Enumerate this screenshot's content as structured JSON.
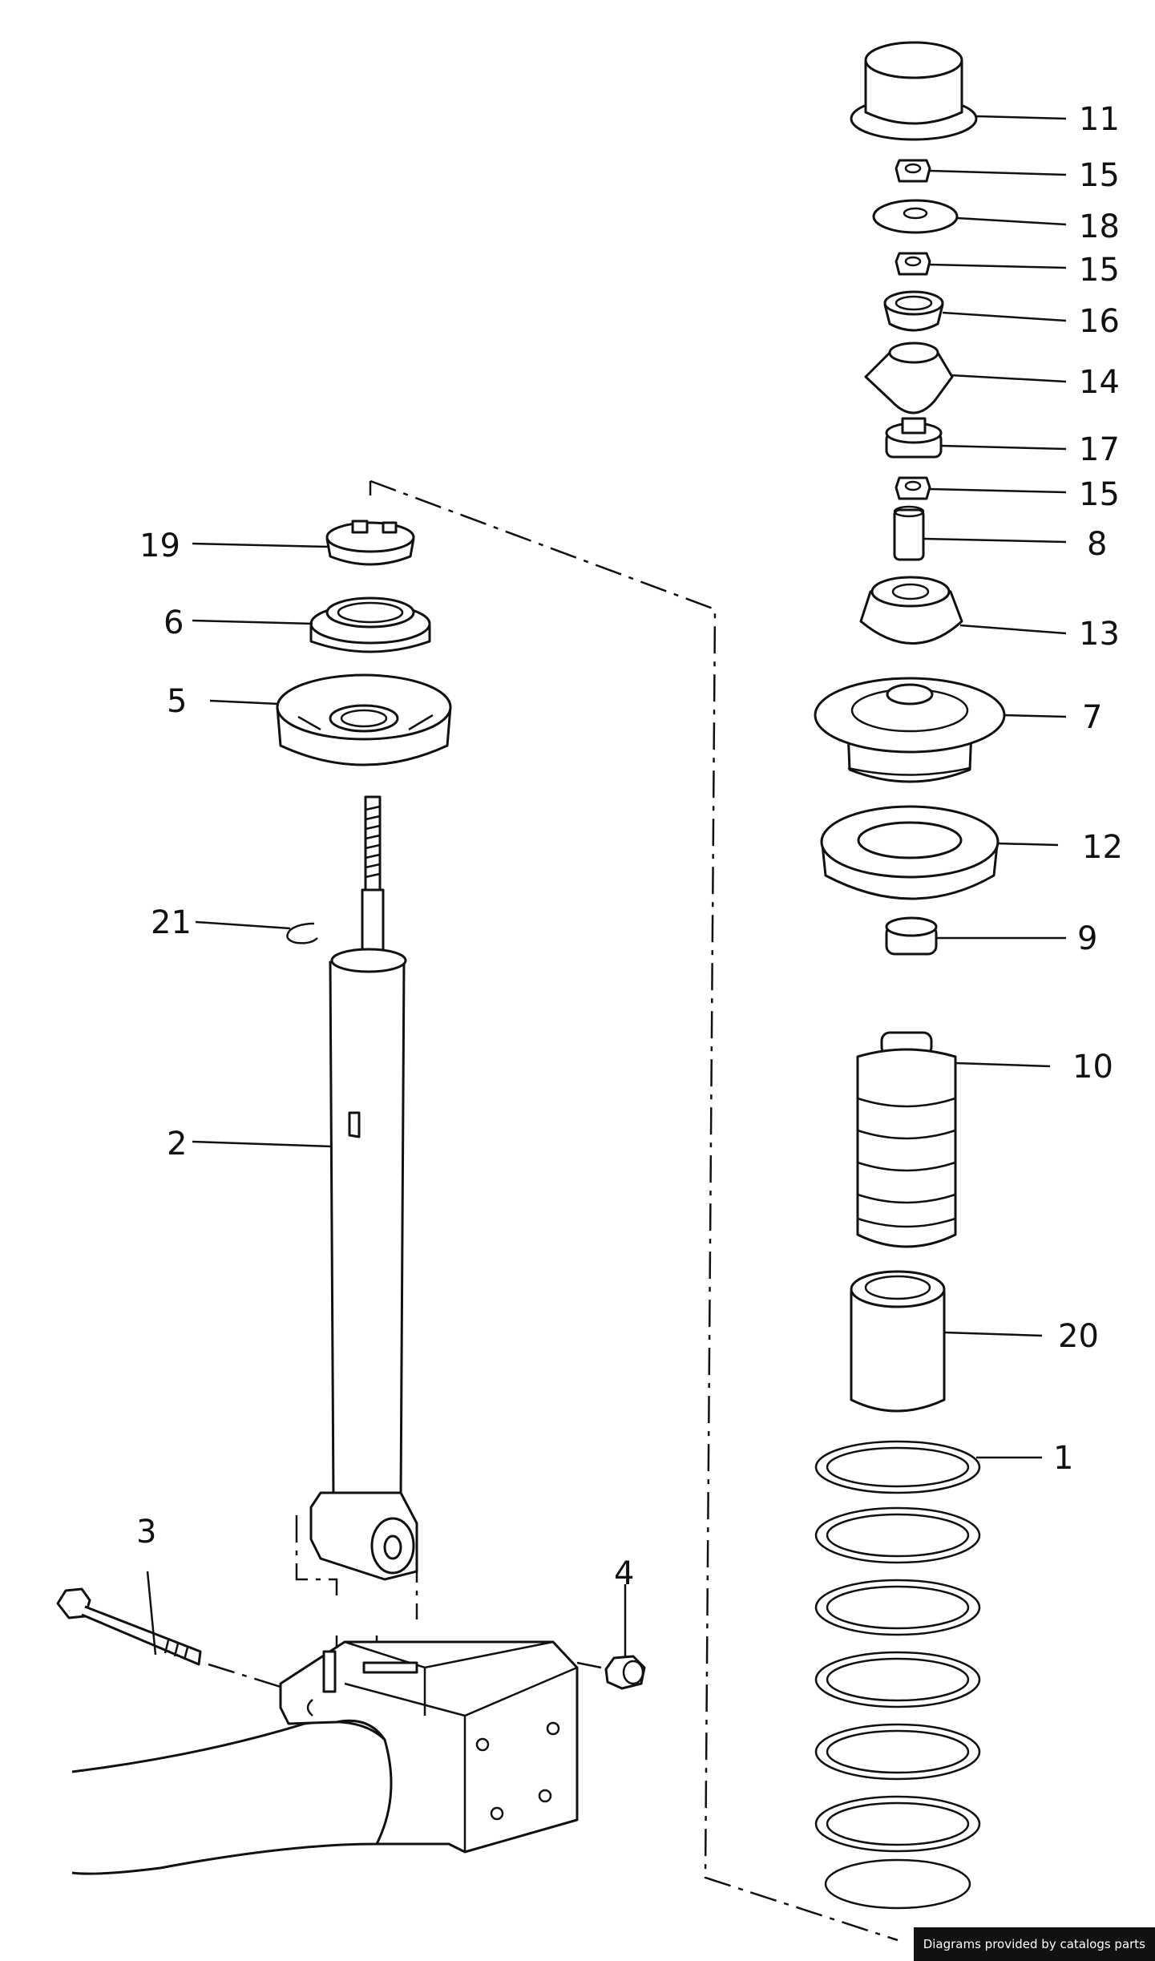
{
  "diagram": {
    "callouts": {
      "c1": "1",
      "c2": "2",
      "c3": "3",
      "c4": "4",
      "c5": "5",
      "c6": "6",
      "c7": "7",
      "c8": "8",
      "c9": "9",
      "c10": "10",
      "c11": "11",
      "c12": "12",
      "c13": "13",
      "c14": "14",
      "c15a": "15",
      "c15b": "15",
      "c15c": "15",
      "c16": "16",
      "c17": "17",
      "c18": "18",
      "c19": "19",
      "c20": "20",
      "c21": "21"
    }
  },
  "footer": {
    "credit": "Diagrams provided by catalogs parts"
  },
  "colors": {
    "ink": "#111111",
    "paper": "#ffffff",
    "badge": "#111111"
  }
}
